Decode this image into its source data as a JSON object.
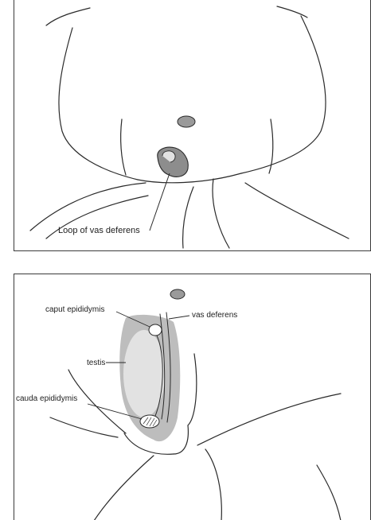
{
  "figure": {
    "top_panel": {
      "label_loop": "Loop of vas deferens"
    },
    "bottom_panel": {
      "label_caput": "caput epididymis",
      "label_vas": "vas deferens",
      "label_testis": "testis",
      "label_cauda": "cauda epididymis"
    }
  },
  "colors": {
    "line": "#2a2a2a",
    "testis_shade": "#bdbdbd",
    "testis_highlight": "#e2e2e2",
    "navel": "#9a9a9a",
    "incision": "#8d8d8d"
  }
}
